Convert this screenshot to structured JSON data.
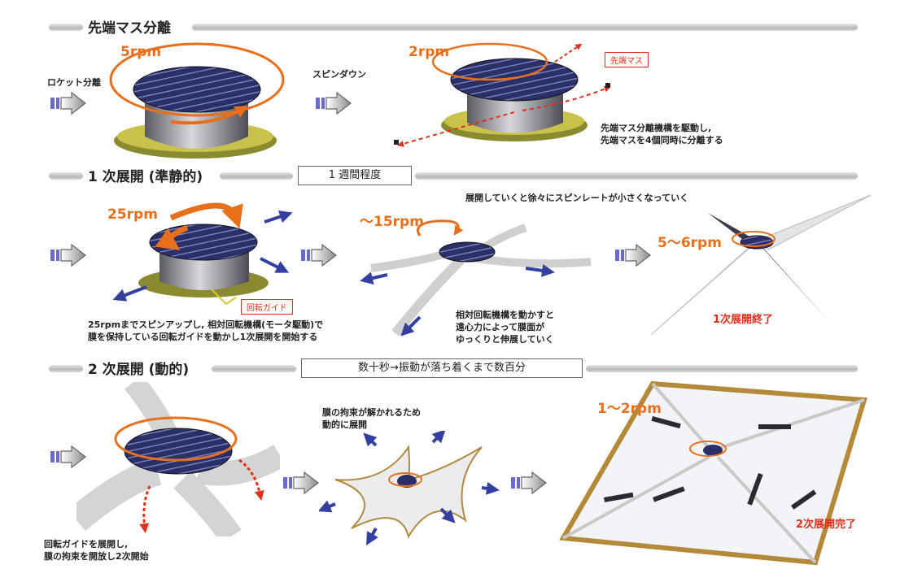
{
  "sections": [
    {
      "title": "先端マス分離",
      "duration": ""
    },
    {
      "title": "1 次展開 (準静的)",
      "duration": "1 週間程度"
    },
    {
      "title": "2 次展開 (動的)",
      "duration": "数十秒→振動が落ち着くまで数百分"
    }
  ],
  "row1": {
    "label_separation": "ロケット分離",
    "label_spindown": "スピンダウン",
    "rpm_a": "5rpm",
    "rpm_b": "2rpm",
    "tip_mass_tag": "先端マス",
    "desc": [
      "先端マス分離機構を駆動し,",
      "先端マスを4個同時に分離する"
    ]
  },
  "row2": {
    "rpm_a": "25rpm",
    "rpm_b": "～15rpm",
    "rpm_c": "5～6rpm",
    "spin_note": "展開していくと徐々にスピンレートが小さくなっていく",
    "guide_tag": "回転ガイド",
    "desc_left": [
      "25rpmまでスピンアップし, 相対回転機構(モータ駆動)で",
      "膜を保持している回転ガイドを動かし1次展開を開始する"
    ],
    "desc_mid": [
      "相対回転機構を動かすと",
      "遠心力によって膜面が",
      "ゆっくりと伸展していく"
    ],
    "complete": "1次展開終了"
  },
  "row3": {
    "desc_left": [
      "回転ガイドを展開し,",
      "膜の拘束を開放し2次開始"
    ],
    "desc_mid": [
      "膜の拘束が解かれるため",
      "動的に展開"
    ],
    "rpm": "1～2rpm",
    "complete": "2次展開完了"
  },
  "colors": {
    "accent_orange": "#e8701c",
    "accent_red": "#e0301c",
    "arrow_blue": "#3340a0",
    "panel_navy": "#2a2f6a"
  }
}
